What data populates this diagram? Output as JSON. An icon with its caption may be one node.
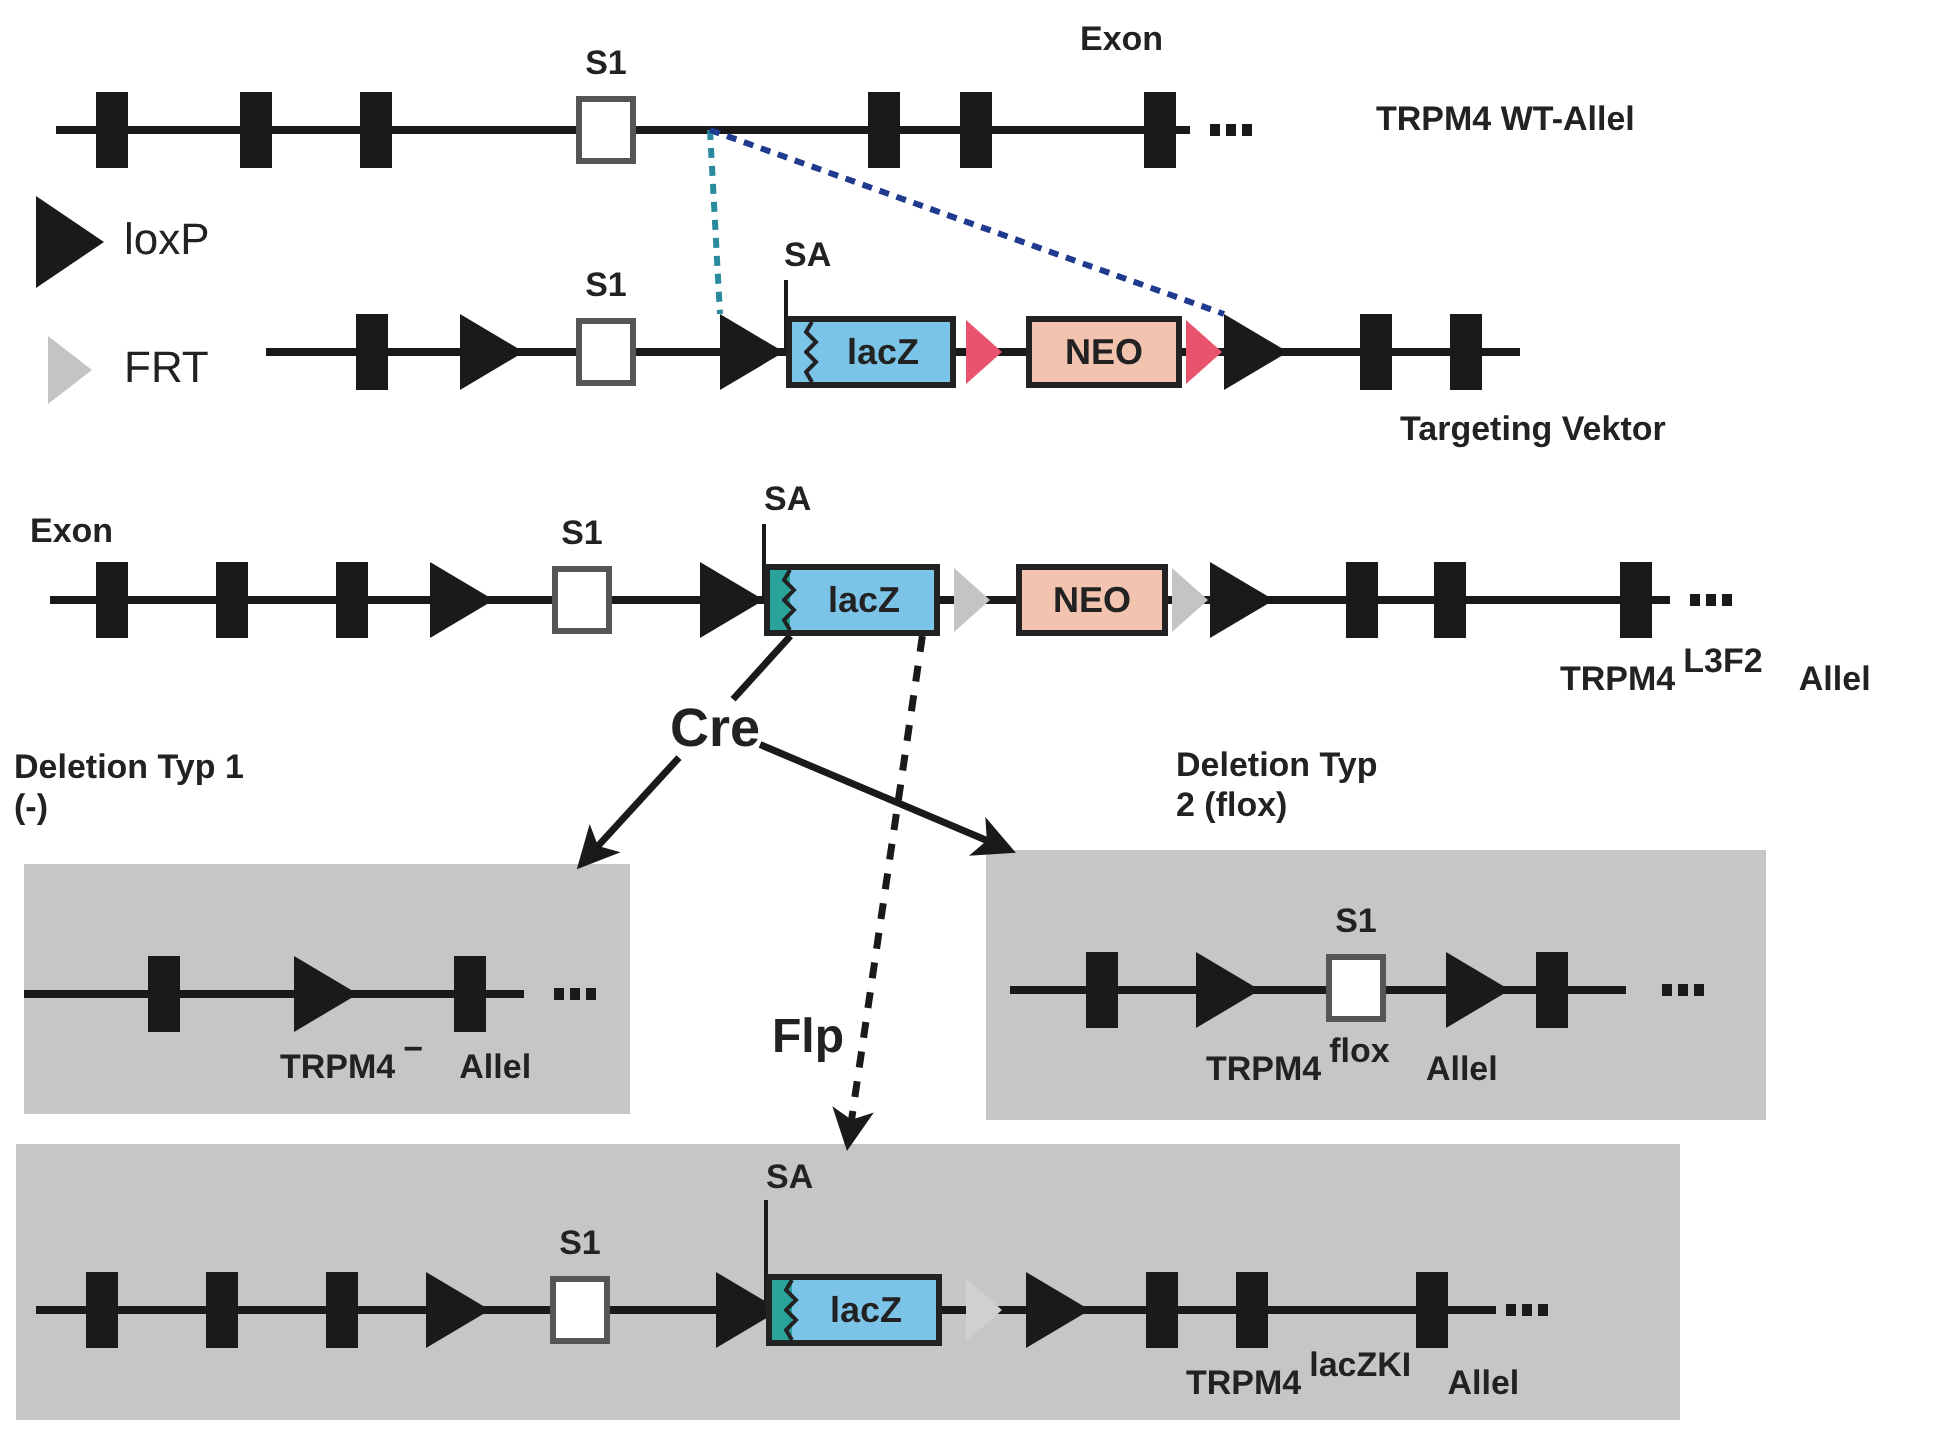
{
  "diagram": {
    "nodes": [
      {
        "text": [
          "S1"
        ]
      },
      {
        "text": [],
        "shape": "triangle"
      },
      {
        "text": [
          "S1"
        ]
      },
      {
        "text": [],
        "shape": "triangle"
      },
      {
        "text": [
          "lacZ"
        ]
      },
      {
        "text": [
          "NEO"
        ]
      },
      {
        "text": [],
        "shape": "triangle"
      },
      {
        "text": [],
        "shape": "triangle"
      },
      {
        "text": [
          "S1"
        ]
      },
      {
        "text": [],
        "shape": "triangle"
      },
      {
        "text": [
          "lacZ"
        ]
      },
      {
        "text": [
          "NEO"
        ]
      },
      {
        "text": [],
        "shape": "triangle"
      },
      {
        "text": [
          "Cre"
        ]
      },
      {
        "text": [
          "Deletion Typ 1 (-)",
          "TRPM4$^{−}$ Allel"
        ]
      },
      {
        "text": [],
        "shape": "triangle",
        "in": 14
      },
      {
        "text": [
          "Deletion Typ 2 (flox)",
          "TRPM4$^{flox}$ Allel"
        ]
      },
      {
        "text": [],
        "shape": "triangle",
        "in": 16
      },
      {
        "text": [
          "S1"
        ],
        "in": 16
      },
      {
        "text": [],
        "shape": "triangle",
        "in": 16
      },
      {
        "text": [
          "TRPM4$^{lacZKI}$ Allel"
        ]
      },
      {
        "text": [],
        "shape": "triangle",
        "in": 20
      },
      {
        "text": [
          "S1"
        ],
        "in": 20
      },
      {
        "text": [],
        "shape": "triangle",
        "in": 20
      },
      {
        "text": [
          "lacZ"
        ],
        "in": 20
      },
      {
        "text": [],
        "shape": "triangle",
        "in": 20
      }
    ],
    "edges": [
      {
        "from": null,
        "to": 3,
        "arrow": "none",
        "style": "dashed",
        "color": "#2a8a9e"
      },
      {
        "from": null,
        "to": 6,
        "arrow": "none",
        "style": "dashed",
        "color": "#1f3a8f"
      },
      {
        "from": 10,
        "to": 13,
        "arrow": "none"
      },
      {
        "from": 13,
        "to": 14,
        "arrow": "to"
      },
      {
        "from": 13,
        "to": 16,
        "arrow": "to"
      },
      {
        "from": 10,
        "to": 20,
        "arrow": "to",
        "style": "dashed",
        "label": "Flp"
      }
    ],
    "labels": [
      "Exon",
      "TRPM4 WT-Allel",
      "SA",
      "Targeting Vektor",
      "Exon",
      "SA",
      "TRPM4$^{L3F2}$ Allel",
      "SA"
    ],
    "legend": [
      {
        "text": "loxP"
      },
      {
        "text": "FRT"
      }
    ]
  }
}
